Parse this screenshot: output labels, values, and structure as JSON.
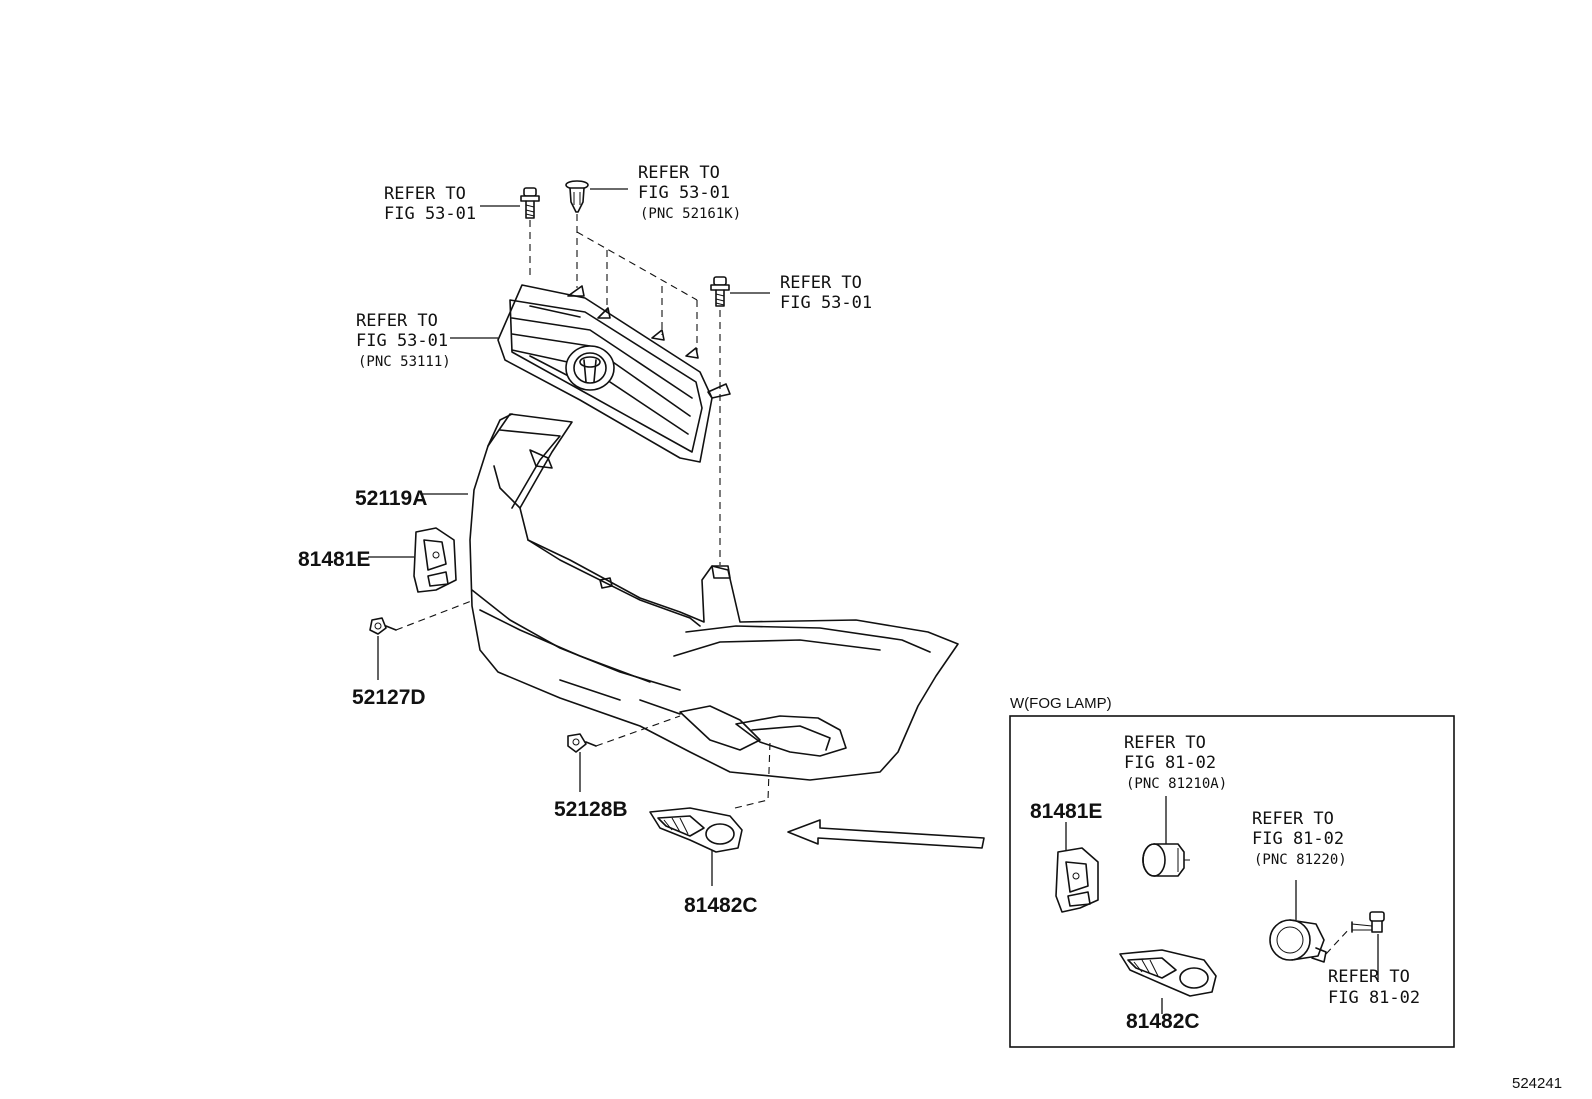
{
  "callouts": {
    "bolt_left": [
      "REFER TO",
      "FIG 53-01"
    ],
    "clip_top": [
      "REFER TO",
      "FIG 53-01",
      "(PNC 52161K)"
    ],
    "bolt_right": [
      "REFER TO",
      "FIG 53-01"
    ],
    "grille": [
      "REFER TO",
      "FIG 53-01",
      "(PNC 53111)"
    ],
    "fog_bulb": [
      "REFER TO",
      "FIG 81-02",
      "(PNC 81210A)"
    ],
    "fog_lamp": [
      "REFER TO",
      "FIG 81-02",
      "(PNC 81220)"
    ],
    "fog_screw": [
      "REFER TO",
      "FIG 81-02"
    ]
  },
  "part_numbers": {
    "bumper_cover": "52119A",
    "retainer_left": "81481E",
    "clip_upper": "52127D",
    "clip_lower": "52128B",
    "fog_bezel": "81482C",
    "inset_retainer": "81481E",
    "inset_bezel": "81482C"
  },
  "inset": {
    "title": "W(FOG LAMP)"
  },
  "figure_id": "524241"
}
